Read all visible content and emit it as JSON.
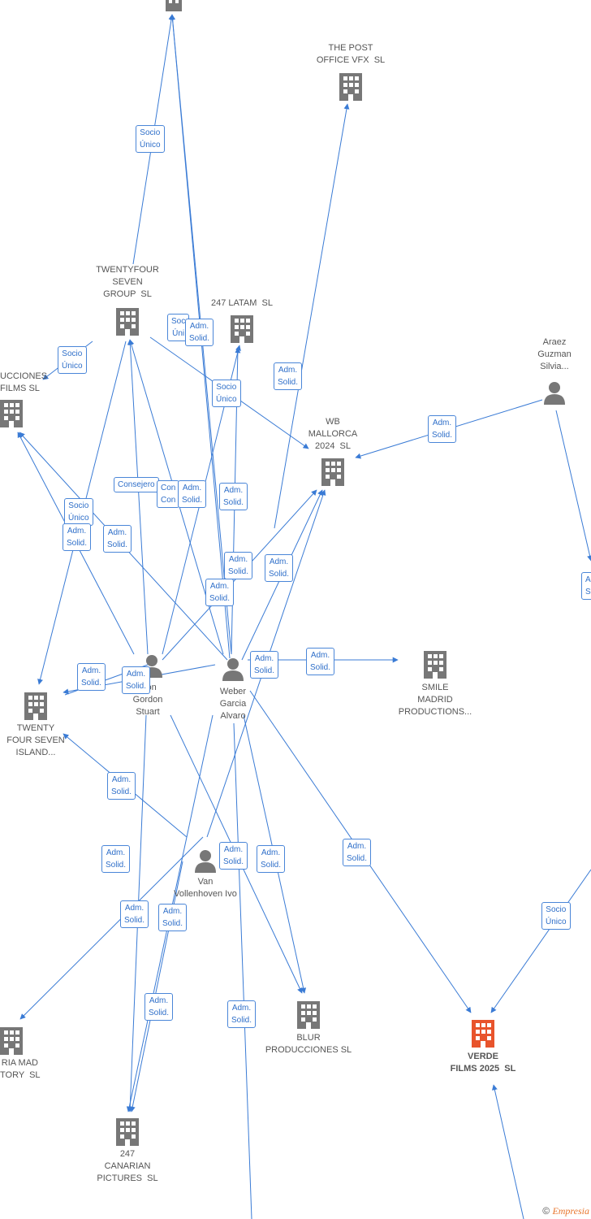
{
  "companies": {
    "top": {
      "label": ""
    },
    "post_office": {
      "label": "THE POST\nOFFICE VFX  SL"
    },
    "twentyfour": {
      "label": "TWENTYFOUR\nSEVEN\nGROUP  SL"
    },
    "latam": {
      "label": "247 LATAM  SL"
    },
    "producciones": {
      "label": "UCCIONES\nFILMS SL"
    },
    "wb": {
      "label": "WB\nMALLORCA\n2024  SL"
    },
    "smile": {
      "label": "SMILE\nMADRID\nPRODUCTIONS..."
    },
    "island": {
      "label": "TWENTY\nFOUR SEVEN\nISLAND..."
    },
    "blur": {
      "label": "BLUR\nPRODUCCIONES SL"
    },
    "verde": {
      "label": "VERDE\nFILMS 2025  SL"
    },
    "ria": {
      "label": "RIA MAD\nTORY  SL"
    },
    "canarian": {
      "label": "247\nCANARIAN\nPICTURES  SL"
    }
  },
  "persons": {
    "araez": {
      "label": "Araez\nGuzman\nSilvia..."
    },
    "simon": {
      "label": "mon\nGordon\nStuart"
    },
    "weber": {
      "label": "Weber\nGarcia\nAlvaro"
    },
    "van": {
      "label": "Van\nVollenhoven Ivo"
    }
  },
  "edge_labels": [
    "Socio\nÚnico",
    "Socio\nÚnico",
    "Soc\nÚni",
    "Adm.\nSolid.",
    "Adm.\nSolid.",
    "Socio\nÚnico",
    "Adm.\nSolid.",
    "Consejero",
    "Con\nCon",
    "Adm.\nSolid.",
    "Adm.\nSolid.",
    "Socio\nÚnico",
    "Adm.\nSolid.",
    "Adm.\nSolid.",
    "Adm.\nSolid.",
    "Adm.\nSolid.",
    "Adm.\nSolid.",
    "Adm.\nSolid.",
    "Adm.\nSolid.",
    "Adm.\nSolid.",
    "Adm.\nSolid.",
    "Adm.\nSolid.",
    "Adm.\nSolid.",
    "Adm.\nSolid.",
    "Adm.\nSolid.",
    "Adm.\nSolid.",
    "Adm.\nSolid.",
    "Adm.\nSolid.",
    "Socio\nÚnico",
    "Adm.\nSolid.",
    "Adm.\nSolid.",
    "A\nS"
  ],
  "footer": {
    "copyright": "©",
    "brand": "Empresia"
  },
  "colors": {
    "edge": "#3a7bd5",
    "building": "#777777",
    "highlight": "#e8542c",
    "person": "#777777"
  }
}
